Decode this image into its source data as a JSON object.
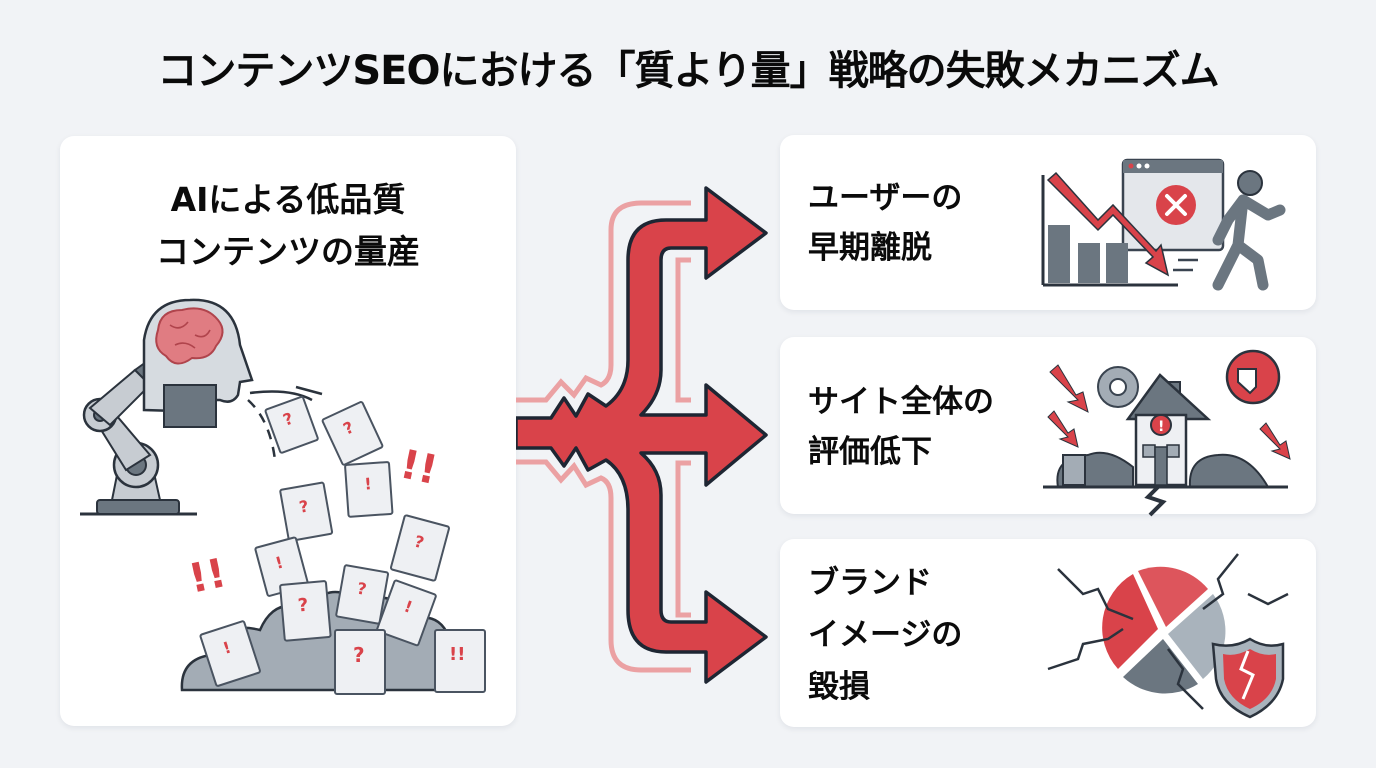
{
  "title": "コンテンツSEOにおける「質より量」戦略の失敗メカニズム",
  "cause": {
    "heading_lines": [
      "AIによる低品質",
      "コンテンツの量産"
    ],
    "illustration": "robot-arm-ai-head-spewing-low-quality-documents-icon"
  },
  "effects": [
    {
      "label_lines": [
        "ユーザーの",
        "早期離脱"
      ],
      "icon": "declining-chart-error-window-walking-user-icon"
    },
    {
      "label_lines": [
        "サイト全体の",
        "評価低下"
      ],
      "icon": "damaged-house-garbage-thumbs-down-icon"
    },
    {
      "label_lines": [
        "ブランド",
        "イメージの",
        "毀損"
      ],
      "icon": "cracked-logo-broken-shield-icon"
    }
  ],
  "connector": "branching-red-arrow-three-way",
  "colors": {
    "background": "#f1f3f6",
    "card": "#ffffff",
    "accent_red": "#d9434a",
    "light_red": "#eba1a3",
    "outline": "#1e2633",
    "gray": "#6b7680",
    "light_gray": "#a9b3bc",
    "text": "#0a0a0a"
  }
}
